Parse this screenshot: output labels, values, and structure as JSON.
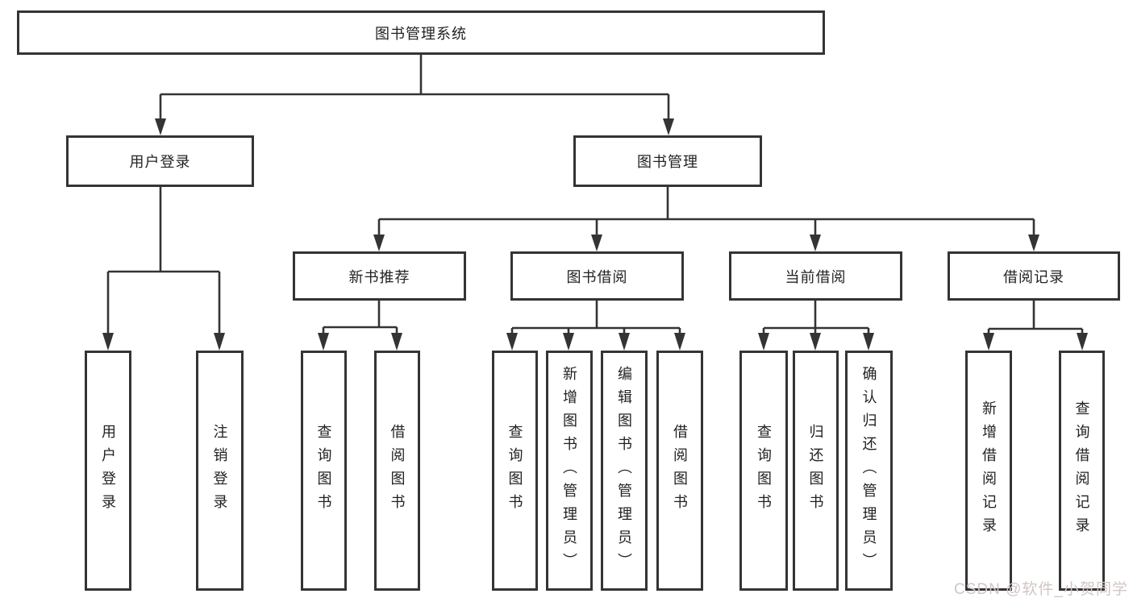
{
  "colors": {
    "line": "#343434",
    "box_border": "#343434",
    "box_fill": "#ffffff",
    "text": "#222222",
    "watermark": "#d2c5c5",
    "background": "#ffffff"
  },
  "watermark": {
    "text": "CSDN @软件_小贺同学"
  },
  "diagram": {
    "type": "hierarchy-tree",
    "nodes": {
      "root": "图书管理系统",
      "user_login": "用户登录",
      "book_mgmt": "图书管理",
      "new_book_rec": "新书推荐",
      "book_borrow": "图书借阅",
      "current_borrow": "当前借阅",
      "borrow_record": "借阅记录",
      "leaf_user_login": "用户登录",
      "leaf_logout": "注销登录",
      "leaf_nb_query": "查询图书",
      "leaf_nb_borrow": "借阅图书",
      "leaf_bb_query": "查询图书",
      "leaf_bb_add": "新增图书（管理员）",
      "leaf_bb_edit": "编辑图书（管理员）",
      "leaf_bb_borrow": "借阅图书",
      "leaf_cb_query": "查询图书",
      "leaf_cb_return": "归还图书",
      "leaf_cb_confirm": "确认归还（管理员）",
      "leaf_br_add": "新增借阅记录",
      "leaf_br_query": "查询借阅记录"
    },
    "edges": [
      [
        "图书管理系统",
        "用户登录"
      ],
      [
        "图书管理系统",
        "图书管理"
      ],
      [
        "用户登录",
        "用户登录(叶)"
      ],
      [
        "用户登录",
        "注销登录"
      ],
      [
        "图书管理",
        "新书推荐"
      ],
      [
        "图书管理",
        "图书借阅"
      ],
      [
        "图书管理",
        "当前借阅"
      ],
      [
        "图书管理",
        "借阅记录"
      ],
      [
        "新书推荐",
        "查询图书"
      ],
      [
        "新书推荐",
        "借阅图书"
      ],
      [
        "图书借阅",
        "查询图书"
      ],
      [
        "图书借阅",
        "新增图书（管理员）"
      ],
      [
        "图书借阅",
        "编辑图书（管理员）"
      ],
      [
        "图书借阅",
        "借阅图书"
      ],
      [
        "当前借阅",
        "查询图书"
      ],
      [
        "当前借阅",
        "归还图书"
      ],
      [
        "当前借阅",
        "确认归还（管理员）"
      ],
      [
        "借阅记录",
        "新增借阅记录"
      ],
      [
        "借阅记录",
        "查询借阅记录"
      ]
    ]
  }
}
